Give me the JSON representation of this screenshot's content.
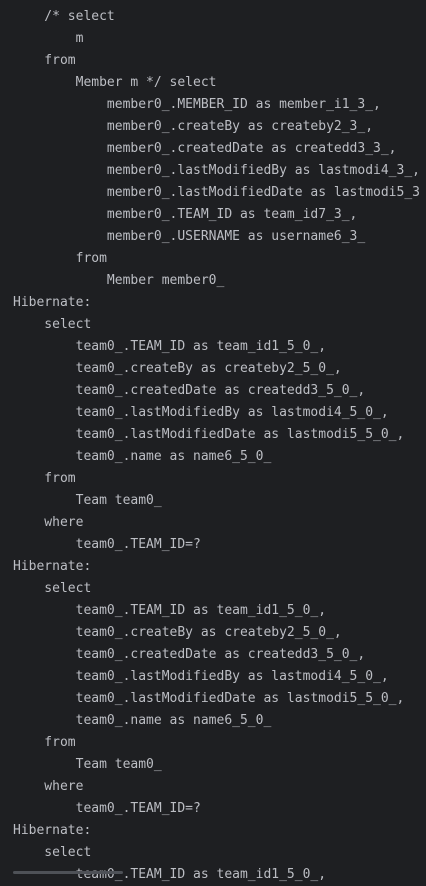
{
  "console": {
    "lines": [
      "    /* select",
      "        m",
      "    from",
      "        Member m */ select",
      "            member0_.MEMBER_ID as member_i1_3_,",
      "            member0_.createBy as createby2_3_,",
      "            member0_.createdDate as createdd3_3_,",
      "            member0_.lastModifiedBy as lastmodi4_3_,",
      "            member0_.lastModifiedDate as lastmodi5_3",
      "            member0_.TEAM_ID as team_id7_3_,",
      "            member0_.USERNAME as username6_3_",
      "        from",
      "            Member member0_",
      "Hibernate:",
      "    select",
      "        team0_.TEAM_ID as team_id1_5_0_,",
      "        team0_.createBy as createby2_5_0_,",
      "        team0_.createdDate as createdd3_5_0_,",
      "        team0_.lastModifiedBy as lastmodi4_5_0_,",
      "        team0_.lastModifiedDate as lastmodi5_5_0_,",
      "        team0_.name as name6_5_0_",
      "    from",
      "        Team team0_",
      "    where",
      "        team0_.TEAM_ID=?",
      "Hibernate:",
      "    select",
      "        team0_.TEAM_ID as team_id1_5_0_,",
      "        team0_.createBy as createby2_5_0_,",
      "        team0_.createdDate as createdd3_5_0_,",
      "        team0_.lastModifiedBy as lastmodi4_5_0_,",
      "        team0_.lastModifiedDate as lastmodi5_5_0_,",
      "        team0_.name as name6_5_0_",
      "    from",
      "        Team team0_",
      "    where",
      "        team0_.TEAM_ID=?",
      "Hibernate:",
      "    select",
      "        team0_.TEAM_ID as team_id1_5_0_,"
    ]
  },
  "colors": {
    "background": "#1e1f22",
    "text": "#bcbec4",
    "scrollbar": "#4e5157"
  }
}
